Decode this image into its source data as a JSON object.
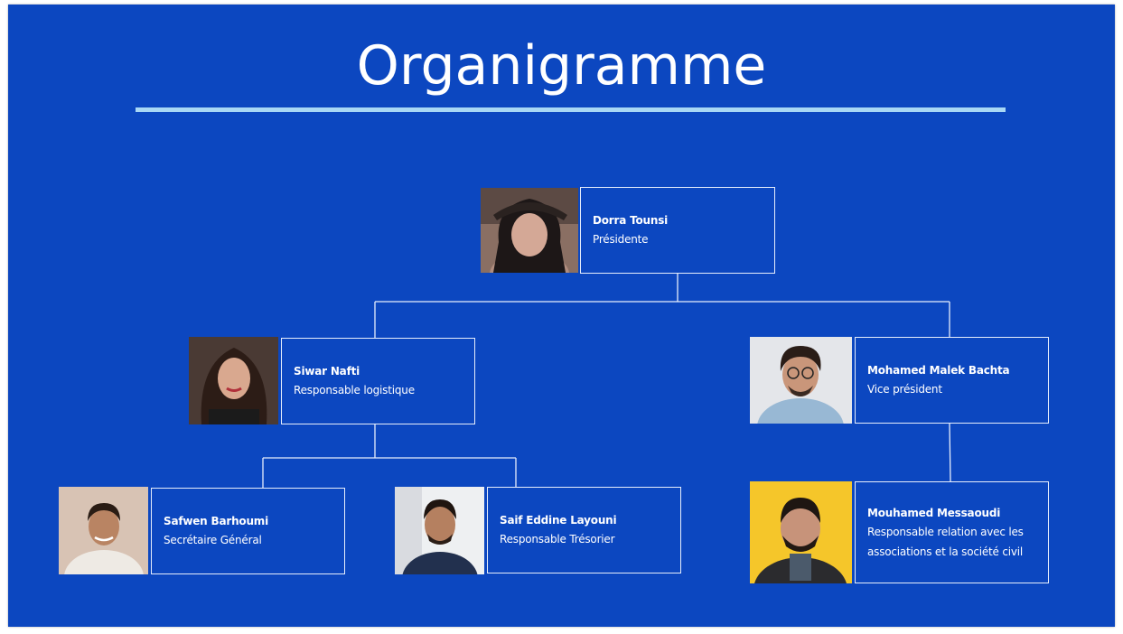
{
  "slide": {
    "title": "Organigramme",
    "background_color": "#0c47c0",
    "rule_color": "#a9d8f5"
  },
  "members": [
    {
      "id": "dorra",
      "name": "Dorra Tounsi",
      "role": "Présidente"
    },
    {
      "id": "siwar",
      "name": "Siwar Nafti",
      "role": "Responsable logistique"
    },
    {
      "id": "malek",
      "name": "Mohamed Malek Bachta",
      "role": "Vice président"
    },
    {
      "id": "safwen",
      "name": "Safwen Barhoumi",
      "role": "Secrétaire Général"
    },
    {
      "id": "saif",
      "name": "Saif Eddine Layouni",
      "role": "Responsable Trésorier"
    },
    {
      "id": "mouhamed",
      "name": "Mouhamed Messaoudi",
      "role": "Responsable relation avec les associations et la société civil"
    }
  ]
}
